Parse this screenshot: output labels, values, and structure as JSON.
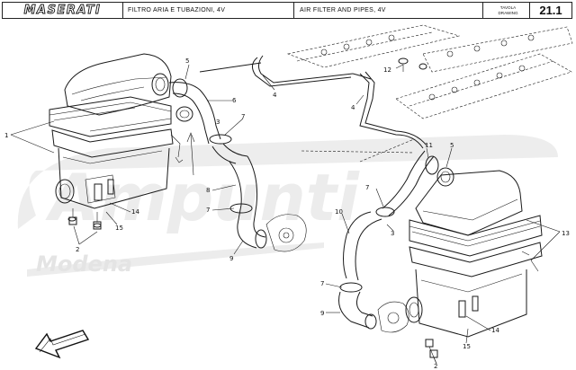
{
  "header": {
    "brand": "MASERATI",
    "title_it": "FILTRO ARIA E TUBAZIONI, 4V",
    "title_en": "AIR FILTER AND PIPES, 4V",
    "tavola_label": "TAVOLA",
    "drawing_label": "DRAWING",
    "sheet_number": "21.1"
  },
  "watermark": {
    "name": "Ampunti",
    "city": "Modena"
  },
  "callouts": {
    "left": [
      "1",
      "2",
      "3",
      "4",
      "5",
      "6",
      "7",
      "8",
      "7",
      "9",
      "14",
      "15"
    ],
    "center": [
      "4",
      "12",
      "4"
    ],
    "right": [
      "11",
      "5",
      "7",
      "10",
      "3",
      "13",
      "7",
      "9",
      "14",
      "15",
      "2"
    ]
  },
  "colors": {
    "line": "#1a1a1a",
    "watermark": "#e9e9e9"
  },
  "icons": [
    "direction-arrow-icon"
  ]
}
